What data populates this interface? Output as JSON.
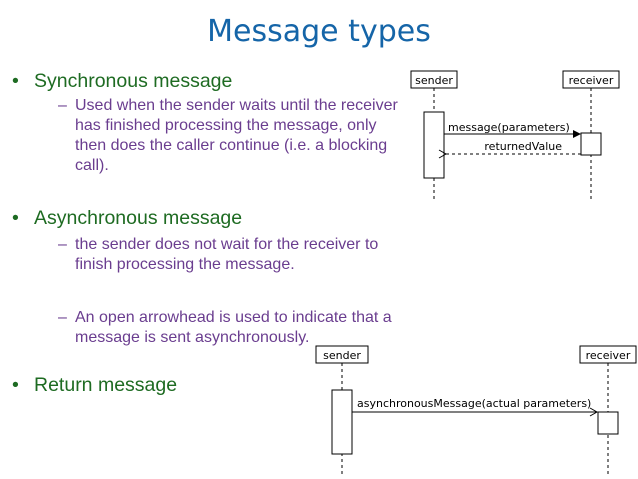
{
  "title": "Message types",
  "bullets": [
    {
      "text": "Synchronous message",
      "subs": [
        "Used when the sender waits until the receiver has finished processing the message, only then does the caller continue (i.e. a blocking call)."
      ]
    },
    {
      "text": "Asynchronous message",
      "subs": [
        "the sender does not wait for the receiver to finish processing the message.",
        "An open arrowhead is used to indicate that a message is sent asynchronously."
      ]
    },
    {
      "text": "Return message",
      "subs": []
    }
  ],
  "diagram_sync": {
    "sender": "sender",
    "receiver": "receiver",
    "call_label": "message(parameters)",
    "return_label": "returnedValue"
  },
  "diagram_async": {
    "sender": "sender",
    "receiver": "receiver",
    "call_label": "asynchronousMessage(actual parameters)"
  },
  "colors": {
    "title": "#1565a8",
    "bullet": "#1e6b22",
    "sub_bullet": "#6a3d8f"
  }
}
